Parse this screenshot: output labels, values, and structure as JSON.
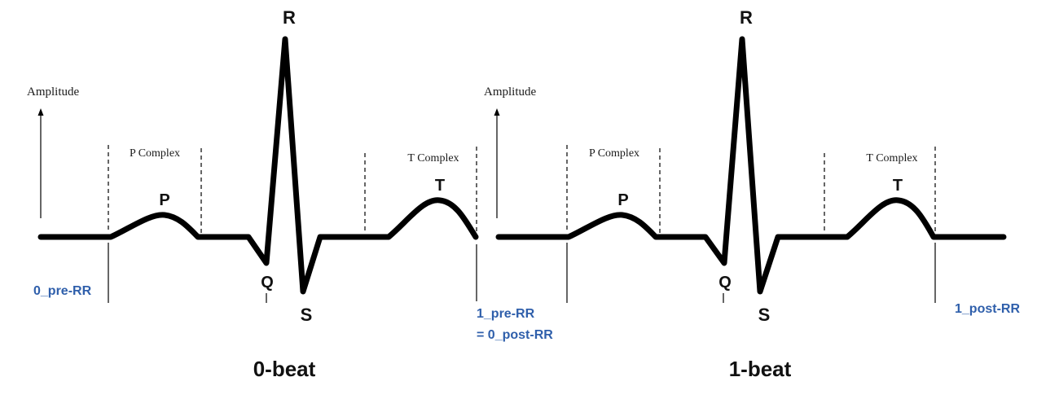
{
  "colors": {
    "rr_label": "#2f5fab",
    "waveform": "#000000"
  },
  "beats": [
    {
      "amplitude_label": "Amplitude",
      "p_complex_label": "P Complex",
      "t_complex_label": "T Complex",
      "peaks": {
        "p": "P",
        "q": "Q",
        "r": "R",
        "s": "S",
        "t": "T"
      },
      "caption": "0-beat",
      "pre_rr_label": "0_pre-RR"
    },
    {
      "amplitude_label": "Amplitude",
      "p_complex_label": "P Complex",
      "t_complex_label": "T Complex",
      "peaks": {
        "p": "P",
        "q": "Q",
        "r": "R",
        "s": "S",
        "t": "T"
      },
      "caption": "1-beat",
      "post_rr_label": "1_post-RR"
    }
  ],
  "shared_rr_label": {
    "line1": "1_pre-RR",
    "line2": "= 0_post-RR"
  }
}
